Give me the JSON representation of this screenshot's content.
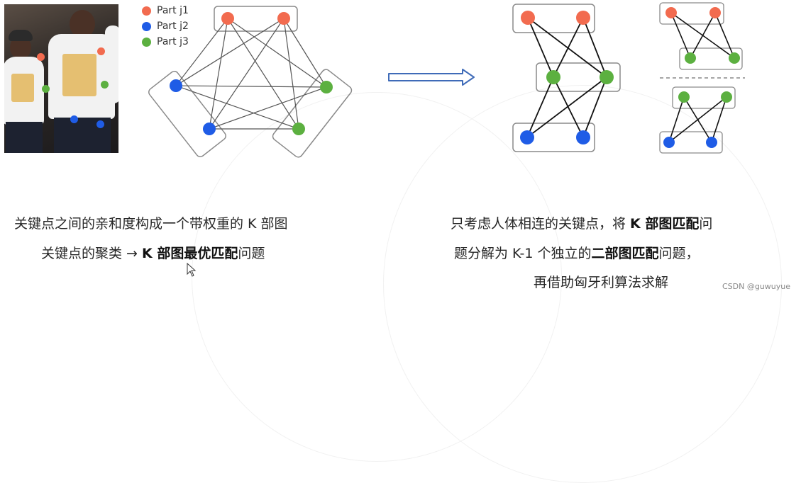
{
  "legend": [
    {
      "label": "Part j1",
      "color": "#f26b4f"
    },
    {
      "label": "Part j2",
      "color": "#1f5ce6"
    },
    {
      "label": "Part j3",
      "color": "#5cb040"
    }
  ],
  "colors": {
    "part_j1": "#f26b4f",
    "part_j2": "#1f5ce6",
    "part_j3": "#5cb040",
    "edge": "#555555",
    "box": "#8a8a8a",
    "arrow": "#3f6bb8"
  },
  "left_caption": {
    "line1": "关键点之间的亲和度构成一个带权重的 K 部图",
    "line2_prefix": "关键点的聚类 → ",
    "line2_bold": "K 部图最优匹配",
    "line2_suffix": "问题"
  },
  "right_caption": {
    "line1_prefix": "只考虑人体相连的关键点，将 ",
    "line1_bold": "K 部图匹配",
    "line1_suffix": "问",
    "line2_prefix": "题分解为 K-1 个独立的",
    "line2_bold": "二部图匹配",
    "line2_suffix": "问题，",
    "line3": "再借助匈牙利算法求解"
  },
  "watermark": "CSDN @guwuyue",
  "icons": {
    "arrow": "right-arrow-icon",
    "cursor": "mouse-cursor-icon"
  }
}
